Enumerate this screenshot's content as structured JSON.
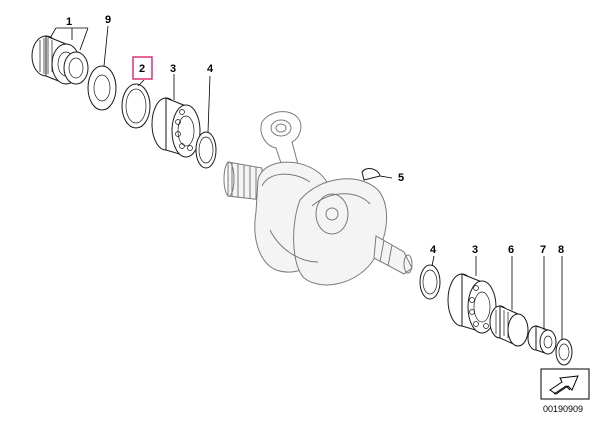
{
  "callouts": {
    "c1": "1",
    "c9": "9",
    "c2": "2",
    "c3a": "3",
    "c4a": "4",
    "c5": "5",
    "c4b": "4",
    "c3b": "3",
    "c6": "6",
    "c7": "7",
    "c8": "8"
  },
  "highlighted_callout": "2",
  "highlight_color": "#e0307a",
  "drawing_number": "00190909",
  "icons": {
    "orientation_arrow": "arrow-icon"
  }
}
